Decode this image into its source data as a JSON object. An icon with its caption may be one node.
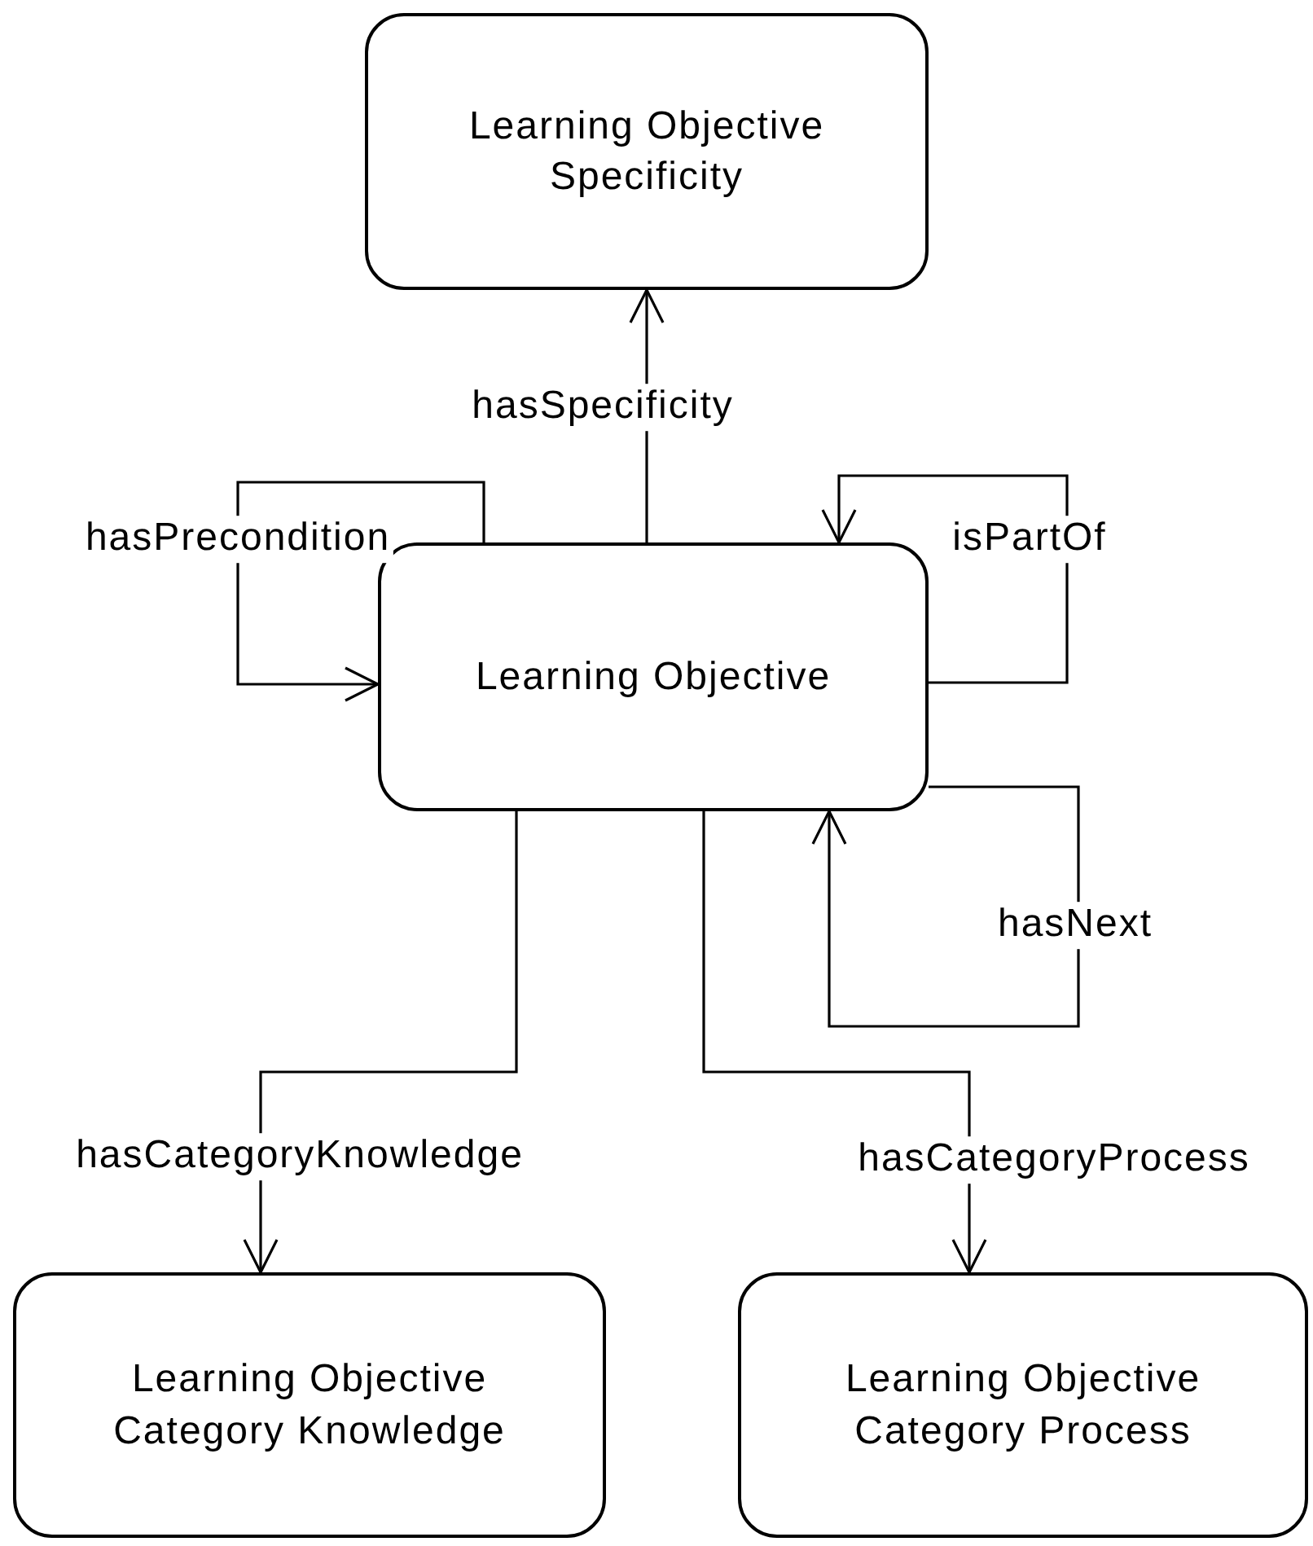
{
  "diagram": {
    "nodes": [
      {
        "text": [
          "Learning Objective Specificity"
        ]
      },
      {
        "text": [
          "Learning Objective"
        ]
      },
      {
        "text": [
          "Learning Objective Category Knowledge"
        ]
      },
      {
        "text": [
          "Learning Objective Category Process"
        ]
      }
    ],
    "edges": [
      {
        "from": 1,
        "to": 0,
        "arrow": "to",
        "label": "hasSpecificity"
      },
      {
        "from": 1,
        "to": 1,
        "arrow": "to",
        "label": "hasPrecondition"
      },
      {
        "from": 1,
        "to": 1,
        "arrow": "to",
        "label": "isPartOf"
      },
      {
        "from": 1,
        "to": 1,
        "arrow": "to",
        "label": "hasNext"
      },
      {
        "from": 1,
        "to": 2,
        "arrow": "to",
        "label": "hasCategoryKnowledge"
      },
      {
        "from": 1,
        "to": 3,
        "arrow": "to",
        "label": "hasCategoryProcess"
      }
    ]
  }
}
